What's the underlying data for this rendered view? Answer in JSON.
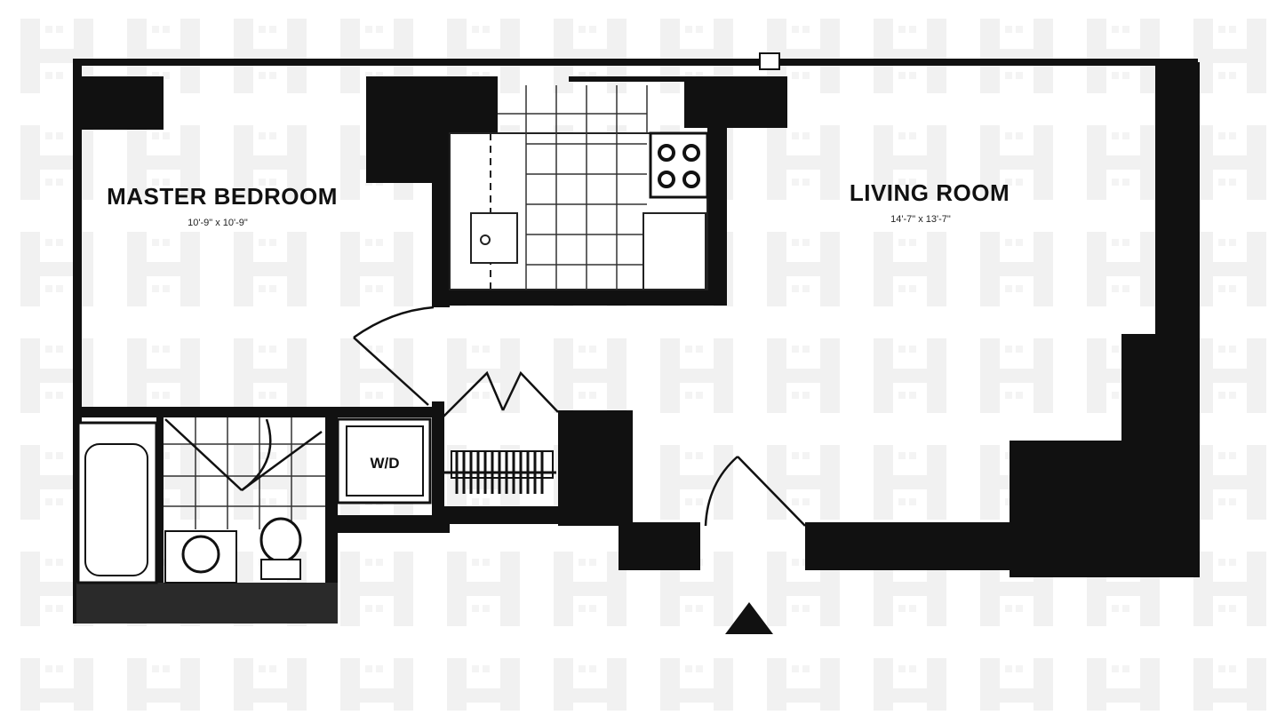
{
  "plan": {
    "rooms": [
      {
        "name": "MASTER BEDROOM",
        "dimensions": "10'-9\" x 10'-9\""
      },
      {
        "name": "LIVING ROOM",
        "dimensions": "14'-7\" x 13'-7\""
      }
    ],
    "fixtures": {
      "washer_dryer": "W/D"
    },
    "watermark": {
      "glyph": "H"
    },
    "colors": {
      "wall": "#111111",
      "line": "#222222",
      "watermark": "#f1f1f1",
      "background": "#ffffff"
    }
  }
}
